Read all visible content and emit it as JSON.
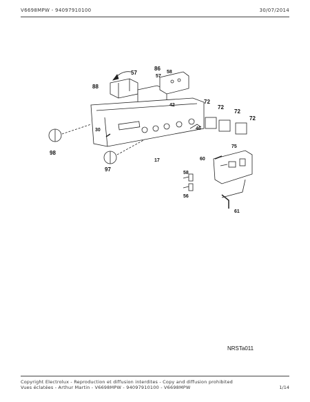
{
  "header": {
    "model": "V6698MPW - 94097910100",
    "date": "30/07/2014"
  },
  "diagram": {
    "labels": {
      "p57a": "57",
      "p86": "86",
      "p57b": "57",
      "p58": "58",
      "p88": "88",
      "p42": "42",
      "p72a": "72",
      "p72b": "72",
      "p72c": "72",
      "p72d": "72",
      "p30": "30",
      "p46": "46",
      "p98": "98",
      "p17": "17",
      "p75": "75",
      "p60": "60",
      "p97": "97",
      "p58b": "58",
      "p56": "56",
      "p61": "61"
    }
  },
  "reference_code": "NRSTa011",
  "footer": {
    "copyright": "Copyright Electrolux - Reproduction et diffusion interdites - Copy and diffusion prohibited",
    "views": "Vues éclatées - Arthur Martin - V6698MPW - 94097910100 - V6698MPW",
    "page": "1/14"
  }
}
